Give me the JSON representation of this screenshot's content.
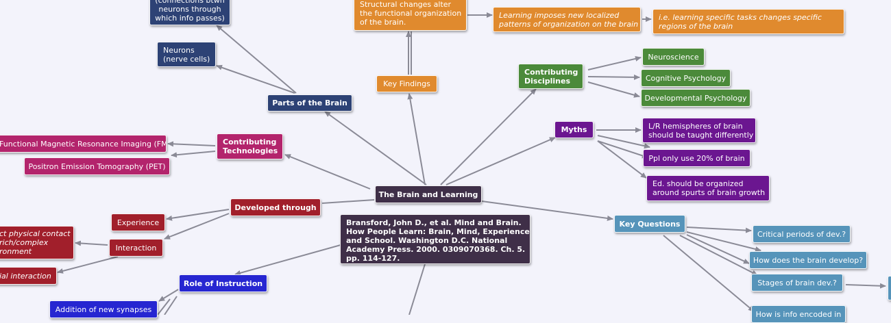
{
  "colors": {
    "background": "#f3f3fb",
    "edge": "#8a8a96",
    "central": "#3f2f48",
    "parts_of_brain": "#2d4275",
    "key_findings": "#e08a2e",
    "contributing_disciplines": "#4b8a3a",
    "myths": "#6b1690",
    "key_questions": "#5694ba",
    "contributing_technologies": "#b3246c",
    "developed_through": "#a11f2b",
    "role_of_instruction": "#2626d1"
  },
  "nodes": {
    "central": "The Brain and Learning",
    "citation": "Bransford, John D., et al. Mind and Brain.\nHow People Learn: Brain, Mind, Experience,\nand School. Washington D.C. National\nAcademy Press. 2000. 0309070368. Ch. 5.\npp. 114-127.",
    "parts_of_brain": "Parts of the Brain",
    "synapses": "(connections btwn\nneurons through\nwhich info passes)",
    "neurons": "Neurons\n(nerve cells)",
    "key_findings": "Key Findings",
    "structural_changes": "Structural changes alter\nthe functional organization\nof the brain.",
    "learning_imposes": "Learning imposes new localized\npatterns of organization on the brain",
    "ie_learning": "i.e. learning specific tasks changes specific\nregions of the brain",
    "contributing_disciplines": "Contributing\nDisciplines",
    "neuroscience": "Neuroscience",
    "cognitive_psychology": "Cognitive Psychology",
    "developmental_psychology": "Developmental Psychology",
    "myths": "Myths",
    "myth_lr": "L/R hemispheres of brain\nshould be taught differently",
    "myth_20": "Ppl only use 20% of brain",
    "myth_growth": "Ed. should be organized\naround spurts of brain growth",
    "key_questions": "Key Questions",
    "q_critical": "Critical periods of dev.?",
    "q_develop": "How does the brain develop?",
    "q_stages": "Stages of brain dev.?",
    "q_encoded": "How is info encoded in",
    "contributing_technologies": "Contributing\nTechnologies",
    "fmri": "Functional Magnetic Resonance Imaging (FMRI)",
    "pet": "Positron Emission Tomography (PET)",
    "developed_through": "Developed through",
    "experience": "Experience",
    "interaction": "Interaction",
    "physical_contact": "ct physical contact\nrich/complex\nronment",
    "social_interaction": "ial interaction",
    "role_of_instruction": "Role of Instruction",
    "new_synapses": "Addition of new synapses"
  }
}
